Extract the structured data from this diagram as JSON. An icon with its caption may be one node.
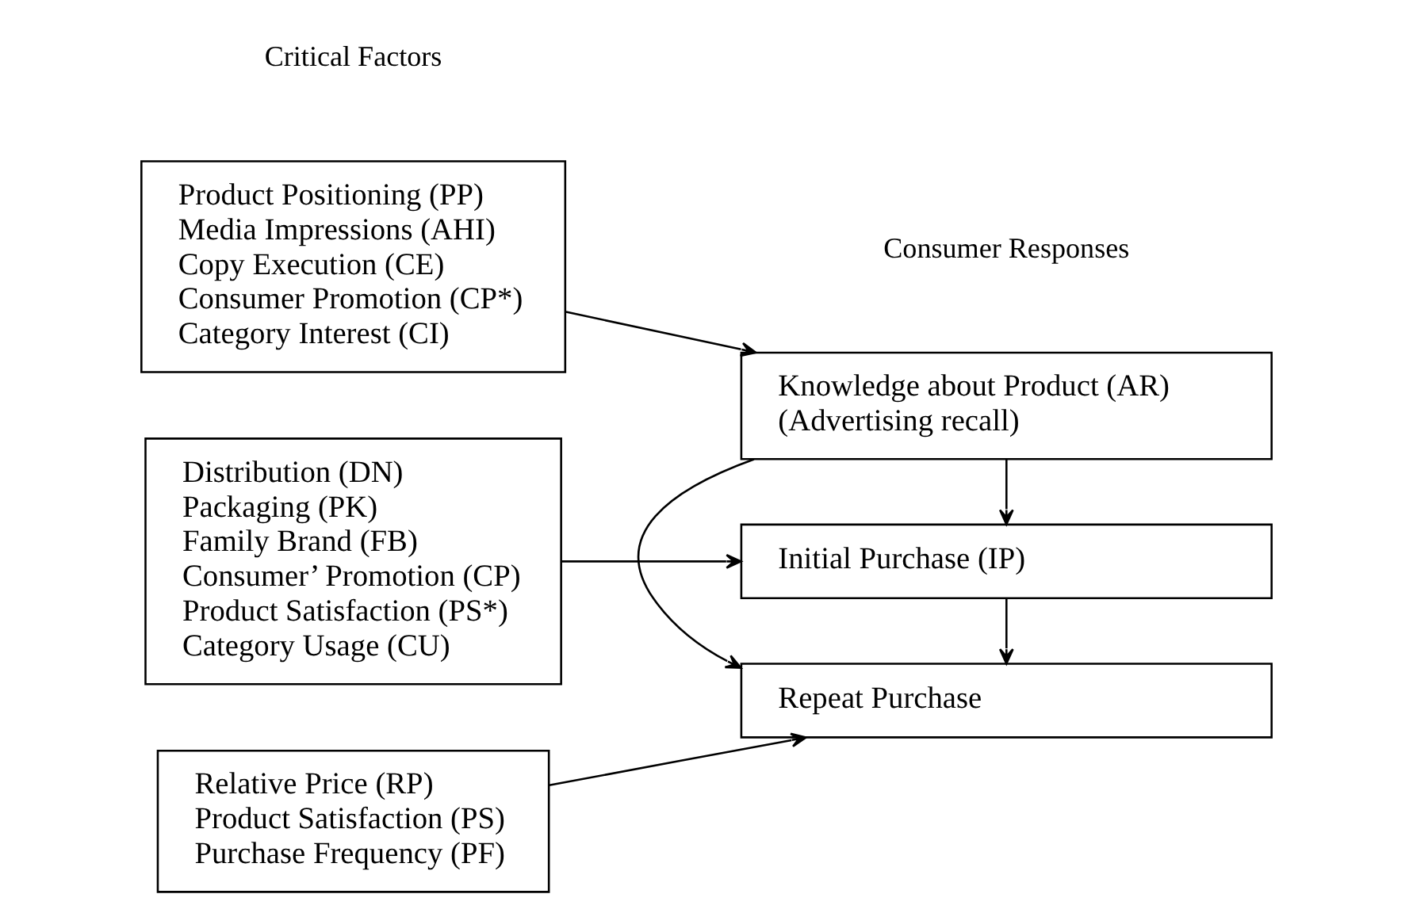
{
  "diagram": {
    "nodes": [
      {
        "text": [
          "Product Positioning (PP)",
          "Media Impressions (AHI)",
          "Copy Execution (CE)",
          "Consumer Promotion (CP*)",
          "Category Interest (CI)"
        ]
      },
      {
        "text": [
          "Distribution (DN)",
          "Packaging (PK)",
          "Family Brand (FB)",
          "Consumer’ Promotion (CP)",
          "Product Satisfaction (PS*)",
          "Category Usage (CU)"
        ]
      },
      {
        "text": [
          "Relative Price (RP)",
          "Product Satisfaction (PS)",
          "Purchase Frequency (PF)"
        ]
      },
      {
        "text": [
          "Knowledge about Product (AR)",
          "(Advertising recall)"
        ]
      },
      {
        "text": [
          "Initial Purchase (IP)"
        ]
      },
      {
        "text": [
          "Repeat Purchase"
        ]
      }
    ],
    "edges": [
      {
        "from": 0,
        "to": 3,
        "arrow": "to"
      },
      {
        "from": 1,
        "to": 4,
        "arrow": "to"
      },
      {
        "from": 2,
        "to": 5,
        "arrow": "to"
      },
      {
        "from": 3,
        "to": 4,
        "arrow": "to"
      },
      {
        "from": 4,
        "to": 5,
        "arrow": "to"
      },
      {
        "from": 3,
        "to": 5,
        "arrow": "to"
      }
    ],
    "labels": [
      "Critical Factors",
      "Consumer Responses"
    ]
  }
}
